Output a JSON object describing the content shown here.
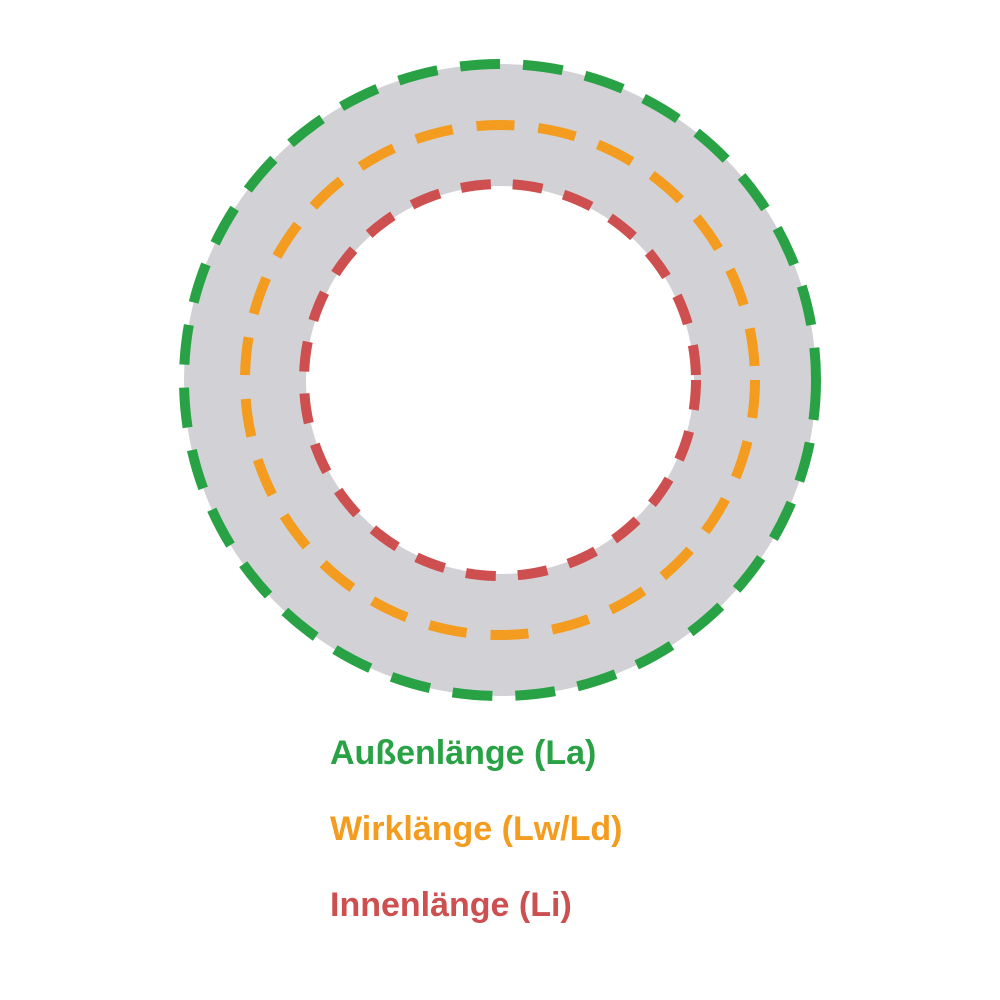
{
  "diagram": {
    "description": "V-belt length diagram with three dashed measurement circles on a grey belt ring",
    "colors": {
      "outer": "#29a245",
      "effective": "#f39c1f",
      "inner": "#cd4f4f",
      "belt_ring": "#d2d2d6",
      "background": "#ffffff"
    },
    "labels": {
      "outer": "Außenlänge (La)",
      "effective": "Wirklänge (Lw/Ld)",
      "inner": "Innenlänge (Li)"
    }
  }
}
